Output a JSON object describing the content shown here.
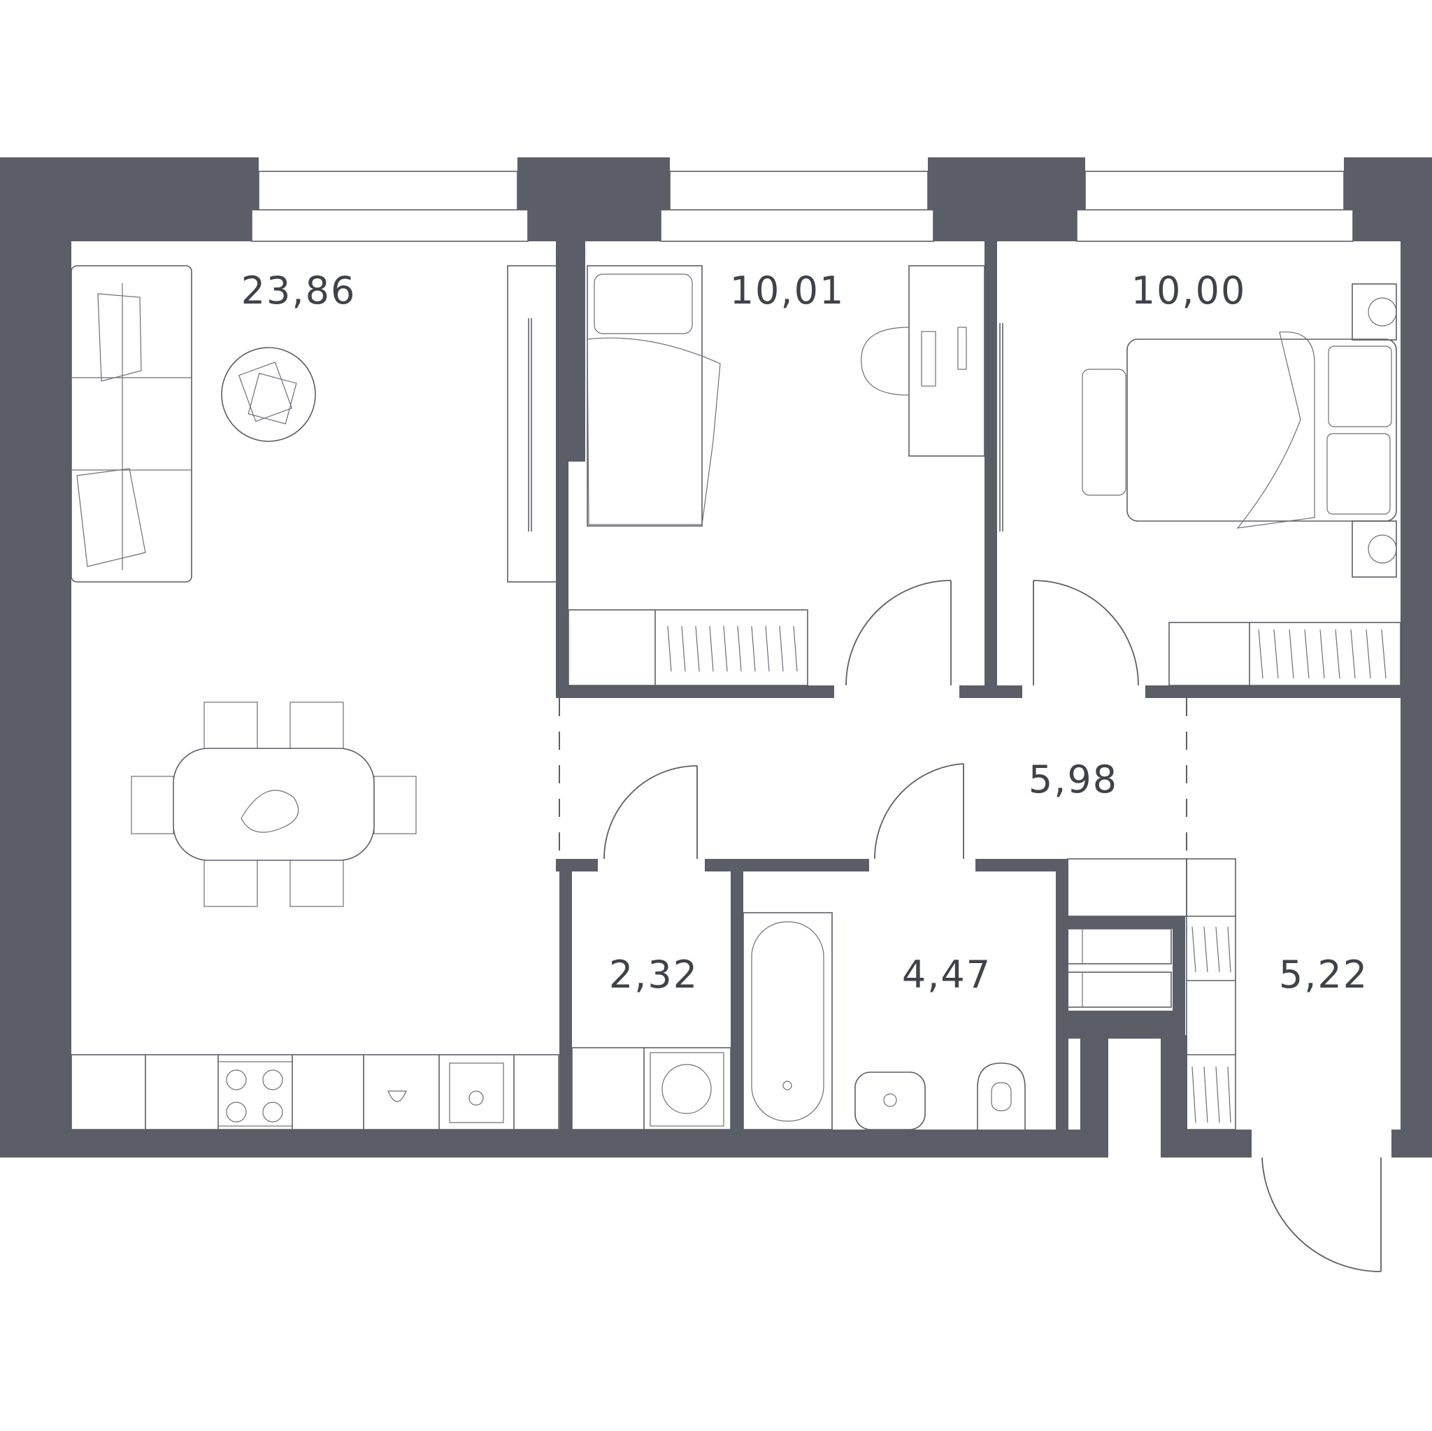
{
  "rooms": [
    {
      "id": "living-kitchen",
      "area": "23,86"
    },
    {
      "id": "bedroom-small",
      "area": "10,01"
    },
    {
      "id": "bedroom-master",
      "area": "10,00"
    },
    {
      "id": "hallway",
      "area": "5,98"
    },
    {
      "id": "wc",
      "area": "2,32"
    },
    {
      "id": "bathroom",
      "area": "4,47"
    },
    {
      "id": "entrance",
      "area": "5,22"
    }
  ],
  "colors": {
    "wall": "#5b5e66",
    "line": "#5b5e66",
    "label": "#3f4249",
    "background": "#ffffff"
  }
}
